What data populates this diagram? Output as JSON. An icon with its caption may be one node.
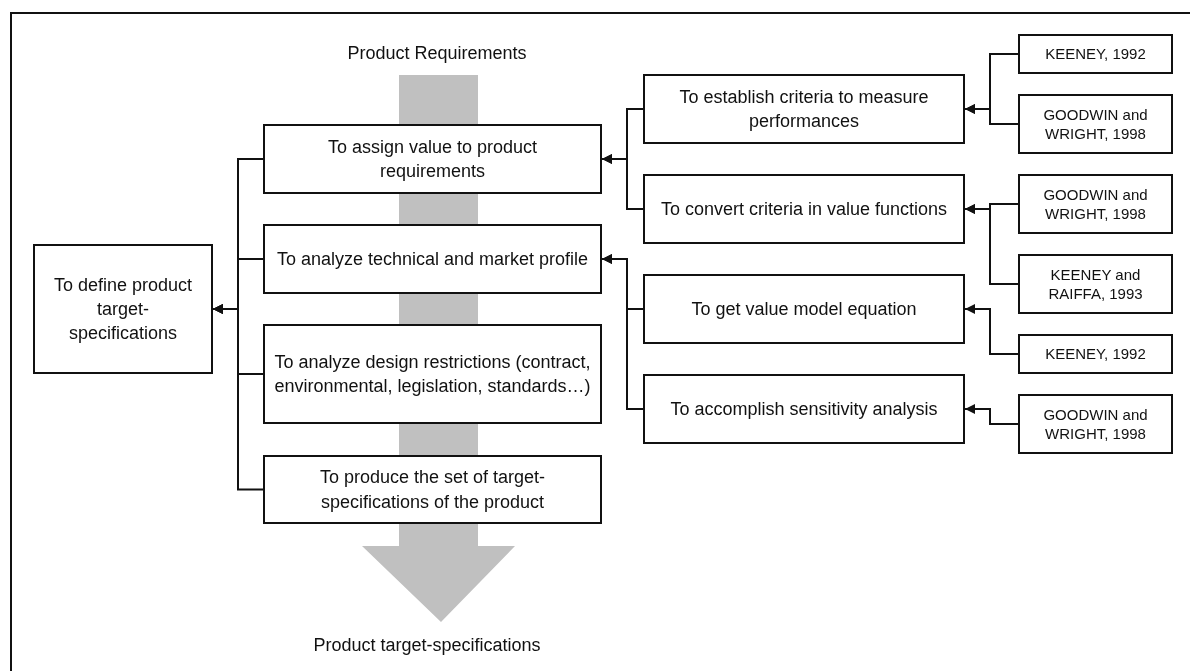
{
  "diagram": {
    "nodes": [
      {
        "text": [
          "To define product target-specifications"
        ]
      },
      {
        "text": [
          "To assign value to product requirements"
        ]
      },
      {
        "text": [
          "To analyze technical and market profile"
        ]
      },
      {
        "text": [
          "To analyze design restrictions (contract, environmental, legislation, standards…)"
        ]
      },
      {
        "text": [
          "To produce the set of target-specifications of the product"
        ]
      },
      {
        "text": [
          "To establish criteria to measure performances"
        ]
      },
      {
        "text": [
          "To convert criteria in value functions"
        ]
      },
      {
        "text": [
          "To get value model equation"
        ]
      },
      {
        "text": [
          "To accomplish sensitivity analysis"
        ]
      },
      {
        "text": [
          "KEENEY, 1992"
        ]
      },
      {
        "text": [
          "GOODWIN and WRIGHT, 1998"
        ]
      },
      {
        "text": [
          "GOODWIN and WRIGHT, 1998"
        ]
      },
      {
        "text": [
          "KEENEY and RAIFFA, 1993"
        ]
      },
      {
        "text": [
          "KEENEY, 1992"
        ]
      },
      {
        "text": [
          "GOODWIN and WRIGHT, 1998"
        ]
      }
    ],
    "edges": [
      {
        "from": 1,
        "to": 0,
        "arrow": "to"
      },
      {
        "from": 2,
        "to": 0,
        "arrow": "to"
      },
      {
        "from": 3,
        "to": 0,
        "arrow": "to"
      },
      {
        "from": 4,
        "to": 0,
        "arrow": "to"
      },
      {
        "from": 5,
        "to": 1,
        "arrow": "to"
      },
      {
        "from": 6,
        "to": 1,
        "arrow": "to"
      },
      {
        "from": 7,
        "to": 2,
        "arrow": "to"
      },
      {
        "from": 8,
        "to": 2,
        "arrow": "to"
      },
      {
        "from": 9,
        "to": 5,
        "arrow": "to"
      },
      {
        "from": 10,
        "to": 5,
        "arrow": "to"
      },
      {
        "from": 11,
        "to": 6,
        "arrow": "to"
      },
      {
        "from": 12,
        "to": 6,
        "arrow": "to"
      },
      {
        "from": 13,
        "to": 7,
        "arrow": "to"
      },
      {
        "from": 14,
        "to": 8,
        "arrow": "to"
      }
    ],
    "labels": [
      "Product Requirements",
      "Product target-specifications"
    ]
  }
}
